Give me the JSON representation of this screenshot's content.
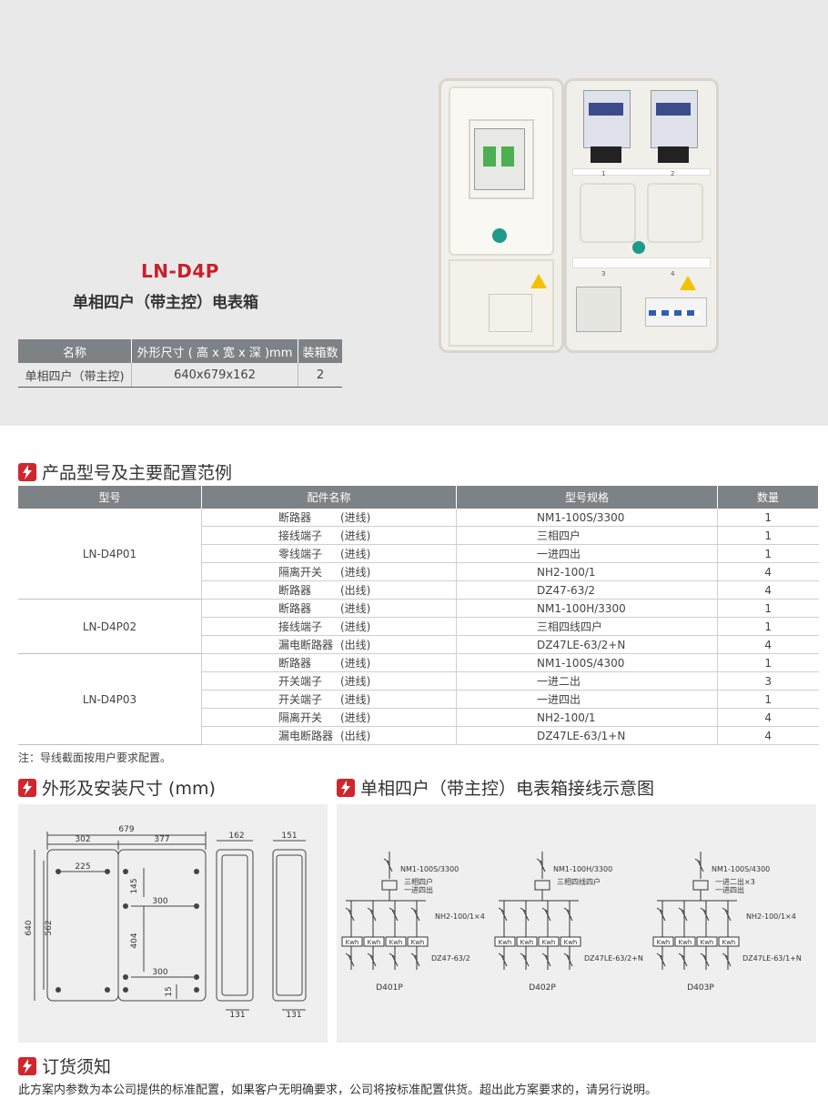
{
  "product": {
    "model": "LN-D4P",
    "subtitle": "单相四户（带主控）电表箱"
  },
  "spec_table": {
    "headers": [
      "名称",
      "外形尺寸 ( 高 x 宽 x 深 )mm",
      "装箱数"
    ],
    "rows": [
      [
        "单相四户（带主控)",
        "640x679x162",
        "2"
      ]
    ]
  },
  "photo": {
    "labels": [
      "1",
      "2",
      "3",
      "4"
    ]
  },
  "sections": {
    "config_title": "产品型号及主要配置范例",
    "dims_title": "外形及安装尺寸 (mm)",
    "wiring_title": "单相四户（带主控）电表箱接线示意图",
    "order_title": "订货须知"
  },
  "config_table": {
    "headers": [
      "型号",
      "配件名称",
      "型号规格",
      "数量"
    ],
    "groups": [
      {
        "model": "LN-D4P01",
        "items": [
          {
            "name": "断路器",
            "dir": "(进线)",
            "spec": "NM1-100S/3300",
            "qty": "1"
          },
          {
            "name": "接线端子",
            "dir": "(进线)",
            "spec": "三相四户",
            "qty": "1"
          },
          {
            "name": "零线端子",
            "dir": "(进线)",
            "spec": "一进四出",
            "qty": "1"
          },
          {
            "name": "隔离开关",
            "dir": "(进线)",
            "spec": "NH2-100/1",
            "qty": "4"
          },
          {
            "name": "断路器",
            "dir": "(出线)",
            "spec": "DZ47-63/2",
            "qty": "4"
          }
        ]
      },
      {
        "model": "LN-D4P02",
        "items": [
          {
            "name": "断路器",
            "dir": "(进线)",
            "spec": "NM1-100H/3300",
            "qty": "1"
          },
          {
            "name": "接线端子",
            "dir": "(进线)",
            "spec": "三相四线四户",
            "qty": "1"
          },
          {
            "name": "漏电断路器",
            "dir": "(出线)",
            "spec": "DZ47LE-63/2+N",
            "qty": "4"
          }
        ]
      },
      {
        "model": "LN-D4P03",
        "items": [
          {
            "name": "断路器",
            "dir": "(进线)",
            "spec": "NM1-100S/4300",
            "qty": "1"
          },
          {
            "name": "开关端子",
            "dir": "(进线)",
            "spec": "一进二出",
            "qty": "3"
          },
          {
            "name": "开关端子",
            "dir": "(进线)",
            "spec": "一进四出",
            "qty": "1"
          },
          {
            "name": "隔离开关",
            "dir": "(进线)",
            "spec": "NH2-100/1",
            "qty": "4"
          },
          {
            "name": "漏电断路器",
            "dir": "(出线)",
            "spec": "DZ47LE-63/1+N",
            "qty": "4"
          }
        ]
      }
    ]
  },
  "note": "注：导线截面按用户要求配置。",
  "dimensions": {
    "total_width": "679",
    "left_width": "302",
    "right_width": "377",
    "hole_span": "225",
    "height": "640",
    "hole_height": "562",
    "dim_145": "145",
    "dim_300a": "300",
    "dim_404": "404",
    "dim_300b": "300",
    "dim_15": "15",
    "depth": "162",
    "depth_b": "151",
    "foot_a": "131",
    "foot_b": "131"
  },
  "wiring": {
    "diagrams": [
      {
        "breaker": "NM1-100S/3300",
        "terminal": [
          "三相四户",
          "一进四出"
        ],
        "iso": "NH2-100/1×4",
        "out": "DZ47-63/2",
        "name": "D401P"
      },
      {
        "breaker": "NM1-100H/3300",
        "terminal": [
          "三相四线四户"
        ],
        "iso": "",
        "out": "DZ47LE-63/2+N",
        "name": "D402P"
      },
      {
        "breaker": "NM1-100S/4300",
        "terminal": [
          "一进二出×3",
          "一进四出"
        ],
        "iso": "NH2-100/1×4",
        "out": "DZ47LE-63/1+N",
        "name": "D403P"
      }
    ],
    "kwh": "Kwh"
  },
  "order_note": "此方案内参数为本公司提供的标准配置，如果客户无明确要求，公司将按标准配置供货。超出此方案要求的，请另行说明。",
  "colors": {
    "accent": "#c8202a",
    "header_gray": "#7d8287",
    "top_bg": "#e9e9e9",
    "panel_bg": "#efefef"
  }
}
